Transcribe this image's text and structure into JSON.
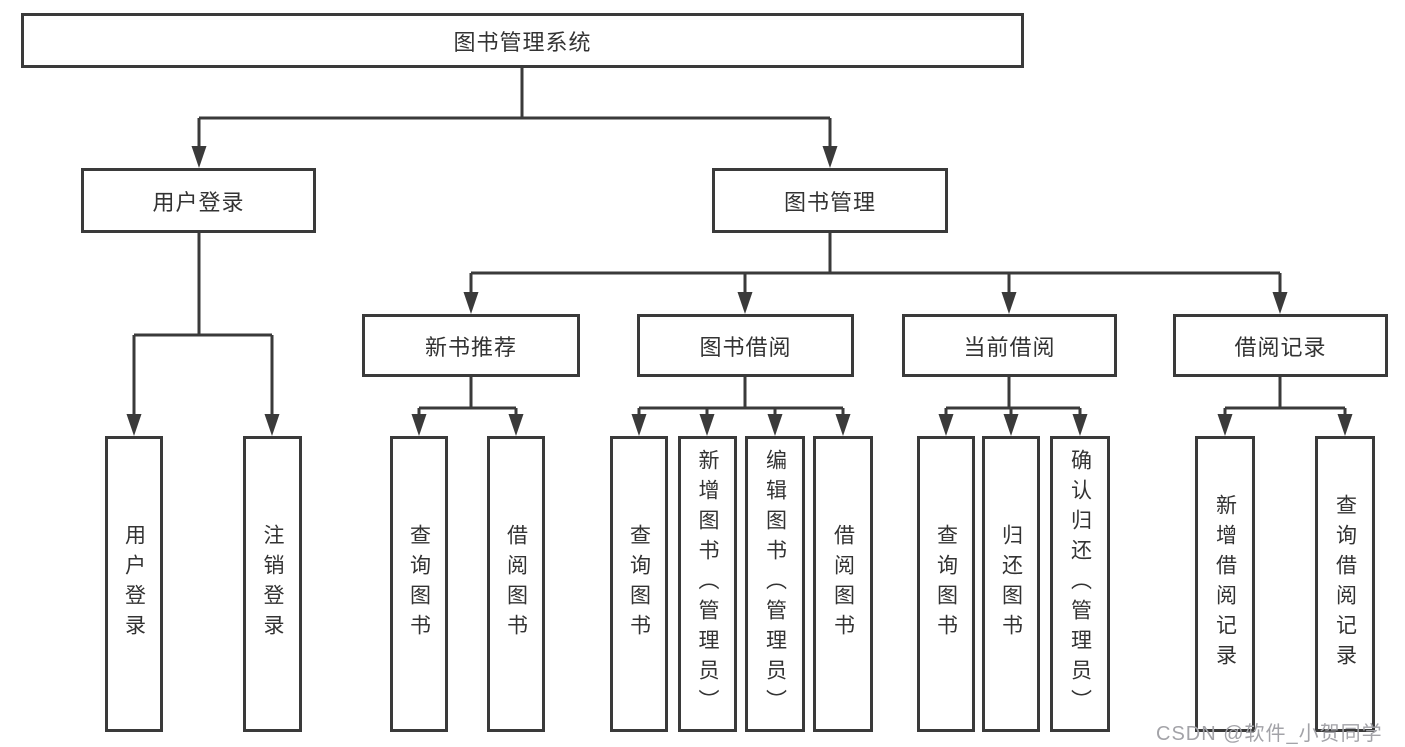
{
  "diagram": {
    "root": {
      "label": "图书管理系统"
    },
    "level2": [
      {
        "label": "用户登录"
      },
      {
        "label": "图书管理"
      }
    ],
    "level3": [
      {
        "label": "新书推荐"
      },
      {
        "label": "图书借阅"
      },
      {
        "label": "当前借阅"
      },
      {
        "label": "借阅记录"
      }
    ],
    "leaves": {
      "user_login": [
        "用户登录",
        "注销登录"
      ],
      "new_books": [
        "查询图书",
        "借阅图书"
      ],
      "book_borrow": [
        "查询图书",
        "新增图书（管理员）",
        "编辑图书（管理员）",
        "借阅图书"
      ],
      "current_borrow": [
        "查询图书",
        "归还图书",
        "确认归还（管理员）"
      ],
      "borrow_records": [
        "新增借阅记录",
        "查询借阅记录"
      ]
    }
  },
  "watermark": {
    "text": "CSDN @软件_小贺同学"
  },
  "colors": {
    "line": "#3a3a3a",
    "text": "#333333",
    "background": "#ffffff",
    "watermark": "#a3a3a8"
  }
}
